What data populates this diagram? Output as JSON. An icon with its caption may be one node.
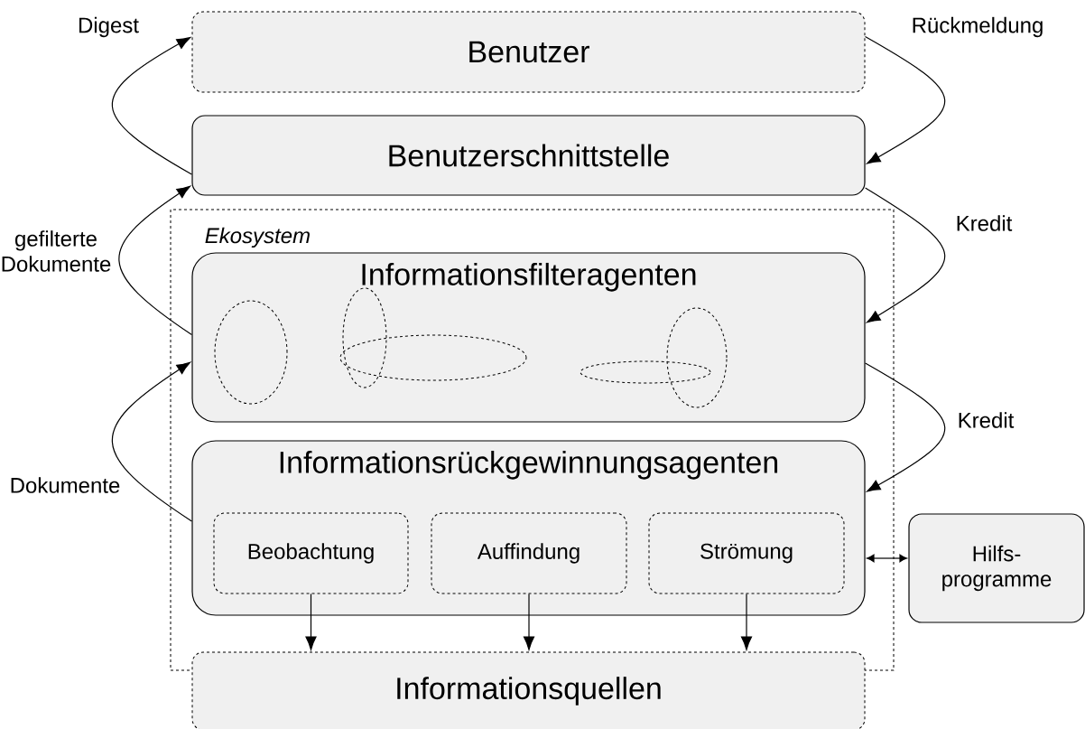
{
  "diagram": {
    "nodes": [
      {
        "text": [
          "Benutzer"
        ]
      },
      {
        "text": [
          "Benutzerschnittstelle"
        ]
      },
      {
        "text": [
          "*Ekosystem*"
        ]
      },
      {
        "text": [
          "Informationsfilteragenten"
        ],
        "in": 2
      },
      {
        "text": [],
        "shape": "ellipse",
        "in": 3
      },
      {
        "text": [],
        "shape": "ellipse",
        "in": 3
      },
      {
        "text": [],
        "shape": "ellipse",
        "in": 3
      },
      {
        "text": [],
        "shape": "ellipse",
        "in": 3
      },
      {
        "text": [],
        "shape": "ellipse",
        "in": 3
      },
      {
        "text": [
          "Informationsrückgewinnungsagenten"
        ],
        "in": 2
      },
      {
        "text": [
          "Beobachtung"
        ],
        "in": 9
      },
      {
        "text": [
          "Auffindung"
        ],
        "in": 9
      },
      {
        "text": [
          "Strömung"
        ],
        "in": 9
      },
      {
        "text": [
          "Hilfs- programme"
        ]
      },
      {
        "text": [
          "Informationsquellen"
        ]
      }
    ],
    "edges": [
      {
        "from": 1,
        "to": 0,
        "arrow": "to",
        "label": "Digest"
      },
      {
        "from": 0,
        "to": 1,
        "arrow": "to",
        "label": "Rückmeldung"
      },
      {
        "from": 3,
        "to": 1,
        "arrow": "to",
        "label": "gefilterte Dokumente"
      },
      {
        "from": 1,
        "to": 3,
        "arrow": "to",
        "label": "Kredit"
      },
      {
        "from": 9,
        "to": 3,
        "arrow": "to",
        "label": "Dokumente"
      },
      {
        "from": 3,
        "to": 9,
        "arrow": "to",
        "label": "Kredit"
      },
      {
        "from": 9,
        "to": 13,
        "arrow": "both"
      },
      {
        "from": 10,
        "to": 14,
        "arrow": "to"
      },
      {
        "from": 11,
        "to": 14,
        "arrow": "to"
      },
      {
        "from": 12,
        "to": 14,
        "arrow": "to"
      }
    ]
  }
}
